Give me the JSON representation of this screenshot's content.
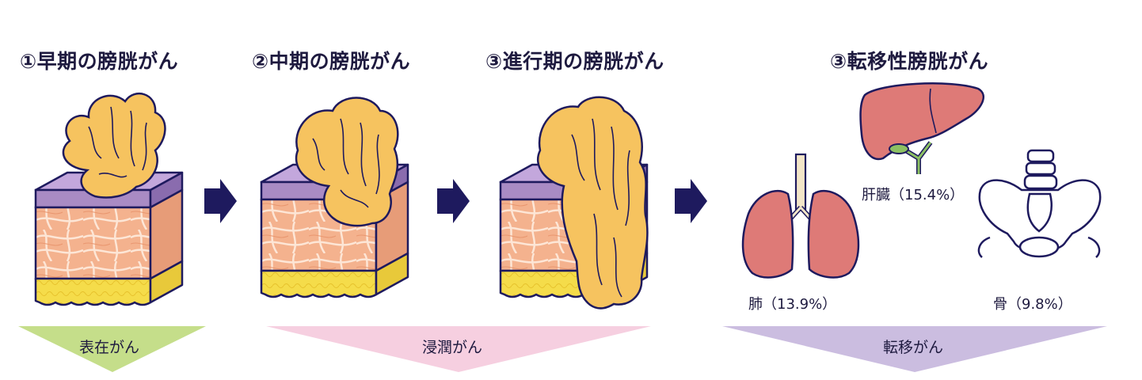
{
  "stages": [
    {
      "title": "①早期の膀胱がん"
    },
    {
      "title": "②中期の膀胱がん"
    },
    {
      "title": "③進行期の膀胱がん"
    },
    {
      "title": "③転移性膀胱がん"
    }
  ],
  "organs": {
    "liver": "肝臓（15.4%）",
    "lung": "肺（13.9%）",
    "bone": "骨（9.8%）"
  },
  "bands": {
    "superficial": "表在がん",
    "invasive": "浸潤がん",
    "metastatic": "転移がん"
  },
  "colors": {
    "navy": "#1e1a5e",
    "tumor": "#f6c35f",
    "tissue": "#f4b28e",
    "mucosa": "#a98bc4",
    "fat": "#f5dc4a",
    "organ": "#de7a77",
    "green_band": "#c5de8a",
    "pink_band": "#f6cfe0",
    "purple_band": "#cbbde0"
  }
}
